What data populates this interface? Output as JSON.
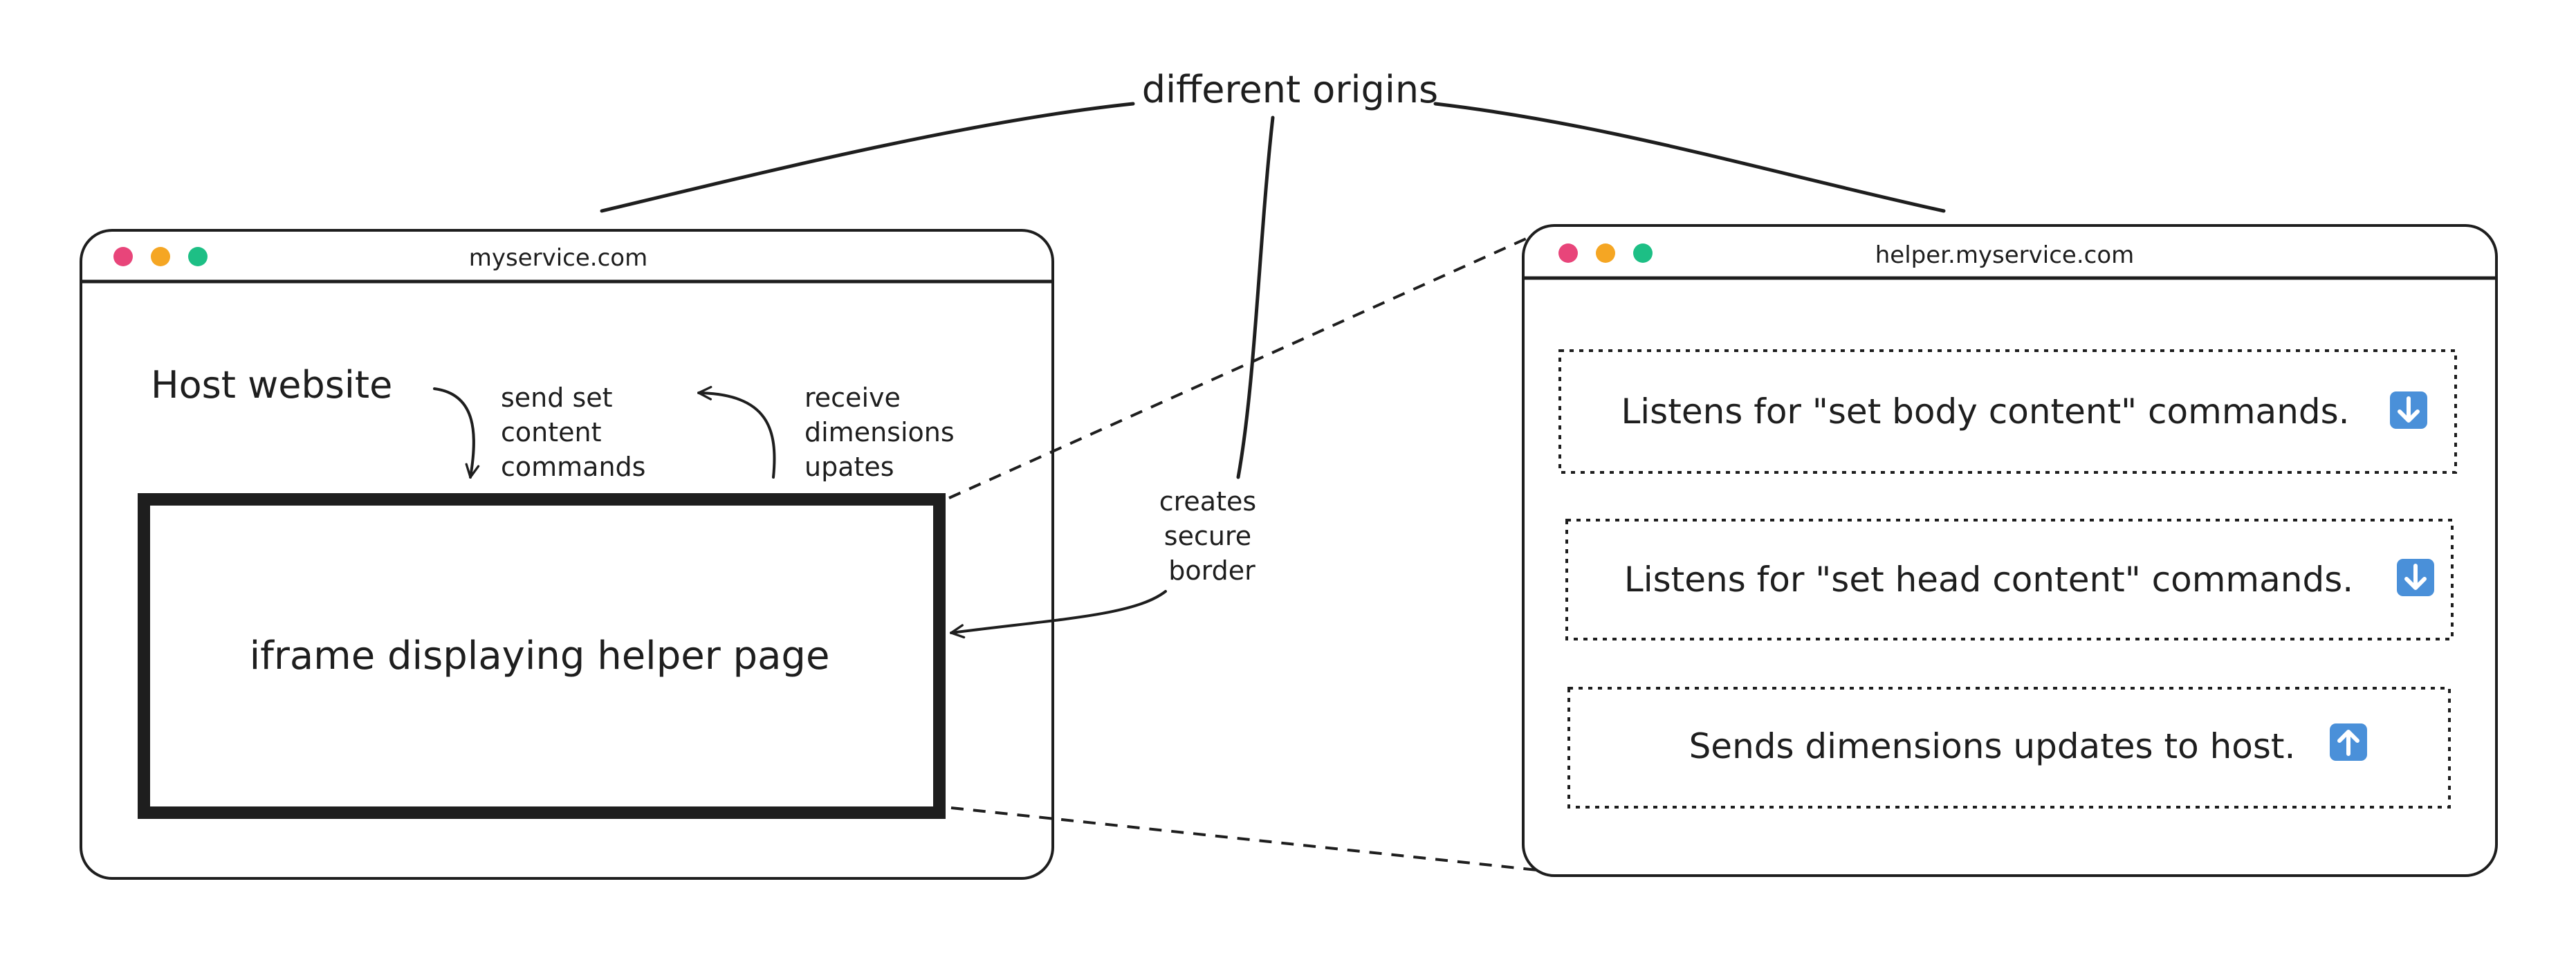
{
  "diagram": {
    "top_label": "different origins",
    "creates_label": [
      "creates",
      "secure",
      "border"
    ],
    "host_window": {
      "url": "myservice.com",
      "title": "Host website",
      "send_label": [
        "send set",
        "content",
        "commands"
      ],
      "receive_label": [
        "receive",
        "dimensions",
        "upates"
      ],
      "iframe_label": "iframe displaying helper page"
    },
    "helper_window": {
      "url": "helper.myservice.com",
      "boxes": [
        {
          "text": "Listens for \"set body content\" commands.",
          "icon": "arrow-down-icon"
        },
        {
          "text": "Listens for \"set head content\" commands.",
          "icon": "arrow-down-icon"
        },
        {
          "text": "Sends dimensions updates to host.",
          "icon": "arrow-up-icon"
        }
      ]
    },
    "colors": {
      "stroke": "#1e1e1e",
      "dot_red": "#e8457a",
      "dot_yellow": "#f5a623",
      "dot_green": "#1dbf85",
      "emoji_blue": "#4a90d9"
    }
  }
}
